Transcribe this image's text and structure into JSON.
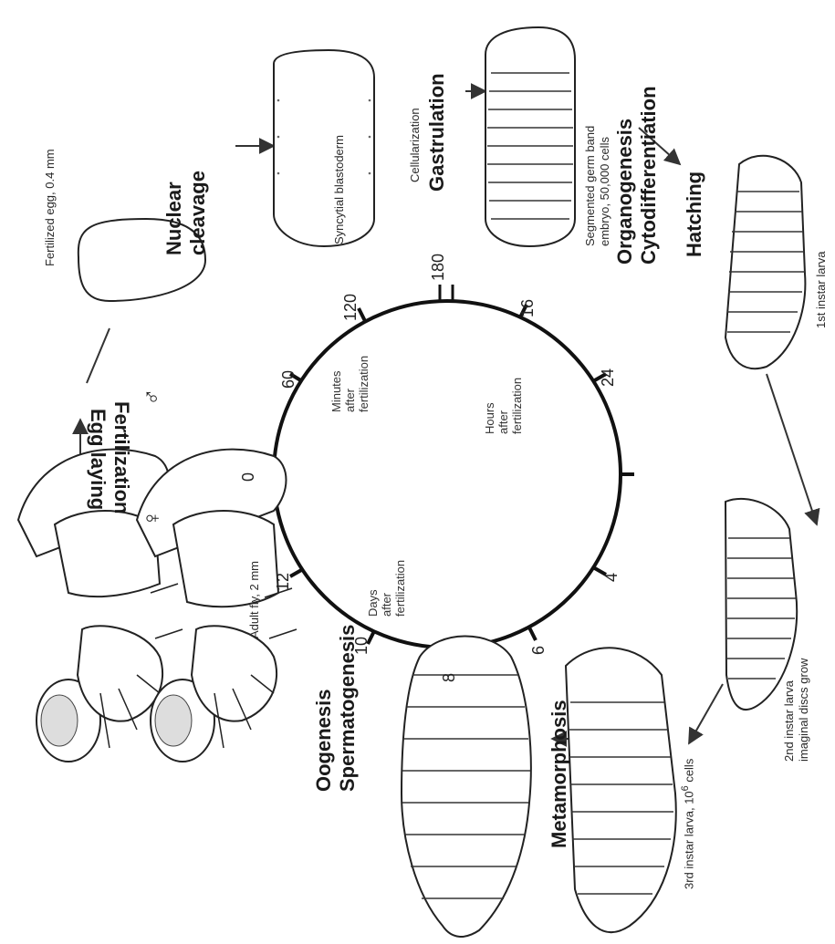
{
  "clock": {
    "minute_ticks": [
      "0",
      "60",
      "120",
      "180"
    ],
    "hour_ticks": [
      "16",
      "24"
    ],
    "day_ticks": [
      "4",
      "6",
      "8",
      "10",
      "12"
    ],
    "center_labels": {
      "minutes": "Minutes\nafter\nfertilization",
      "hours": "Hours\nafter\nfertilization",
      "days": "Days\nafter\nfertilization"
    }
  },
  "stages": {
    "fertilized_egg": "Fertilized egg, 0.4 mm",
    "syncytial": "Syncytial blastoderm",
    "cellularization": "Cellularization",
    "segmented_line1": "Segmented germ band",
    "segmented_line2": "embryo, 50,000 cells",
    "first_instar": "1st instar larva",
    "second_instar_line1": "2nd instar larva",
    "second_instar_line2": "imaginal discs grow",
    "third_instar": "3rd instar larva, 10",
    "third_instar_exp": "6",
    "third_instar_tail": " cells",
    "adult_fly": "Adult fly, 2 mm"
  },
  "processes": {
    "nuclear_line1": "Nuclear",
    "nuclear_line2": "cleavage",
    "gastrulation": "Gastrulation",
    "organogenesis": "Organogenesis",
    "cytodifferentiation": "Cytodifferentiation",
    "hatching": "Hatching",
    "metamorphosis": "Metamorphosis",
    "oogenesis": "Oogenesis",
    "spermatogenesis": "Spermatogenesis",
    "fertilization": "Fertilization",
    "egg_laying": "Egg laying"
  },
  "symbols": {
    "male": "♂",
    "female": "♀",
    "icons": [
      "fly-male-icon",
      "fly-female-icon",
      "egg-icon",
      "embryo-icon",
      "larva-icon",
      "pupa-icon"
    ]
  }
}
